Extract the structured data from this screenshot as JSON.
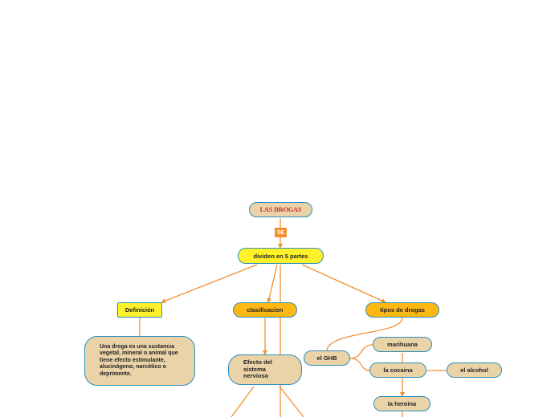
{
  "map": {
    "root": "LAS DROGAS",
    "linker": "SE",
    "level1": "dividen en 5 partes",
    "definicion": "Definición",
    "definicion_text": "Una droga es una sustancia vegetal, mineral o animal que tiene efecto estimulante, alucinógeno, narcótico o deprimente.",
    "clasificacion": "clasificacion",
    "efecto": "Efecto del sistema nervioso",
    "tipos": "tipos de drogas",
    "ghb": "el GHB",
    "marihuana": "marihuana",
    "cocaina": "la cocaina",
    "alcohol": "el alcohol",
    "heroina": "la heroina"
  },
  "colors": {
    "connector": "#f0912f",
    "border": "#2a8fc0",
    "tan": "#ead3a7",
    "yellow": "#fff22a",
    "orange": "#fdb813",
    "title": "#c62828"
  }
}
